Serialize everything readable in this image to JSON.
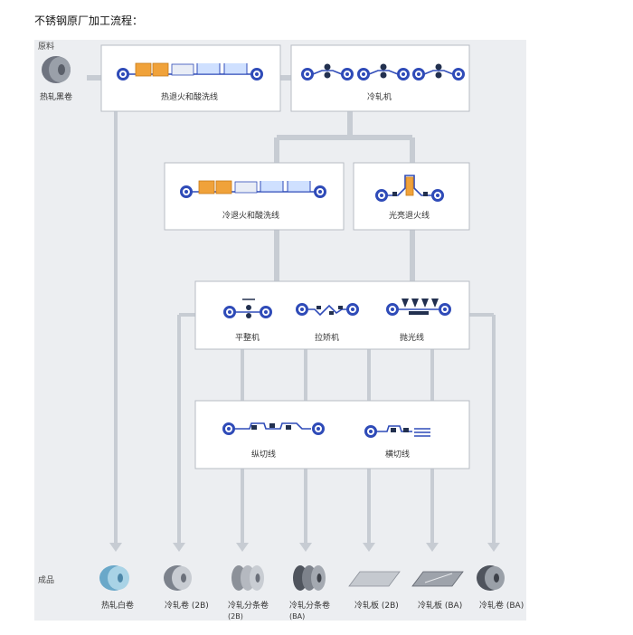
{
  "title": "不锈钢原厂加工流程：",
  "section_raw": "原料",
  "section_product": "成品",
  "raw_material": "热轧黑卷",
  "processes": {
    "hot_anneal_pickle": "热退火和酸洗线",
    "cold_rolling": "冷轧机",
    "cold_anneal_pickle": "冷退火和酸洗线",
    "bright_anneal": "光亮退火线",
    "skin_pass": "平整机",
    "tension_level": "拉矫机",
    "polish": "抛光线",
    "slitting": "纵切线",
    "cut_to_length": "横切线"
  },
  "products": [
    {
      "line1": "热轧白卷",
      "line2": ""
    },
    {
      "line1": "冷轧卷 (2B)",
      "line2": ""
    },
    {
      "line1": "冷轧分条卷",
      "line2": "(2B)"
    },
    {
      "line1": "冷轧分条卷",
      "line2": "(BA)"
    },
    {
      "line1": "冷轧板 (2B)",
      "line2": ""
    },
    {
      "line1": "冷轧板 (BA)",
      "line2": ""
    },
    {
      "line1": "冷轧卷 (BA)",
      "line2": ""
    }
  ],
  "colors": {
    "process_blue": "#2f4bb8",
    "furnace_orange": "#f0a23a",
    "connector_gray": "#c7ccd3",
    "background": "#eceef1"
  }
}
